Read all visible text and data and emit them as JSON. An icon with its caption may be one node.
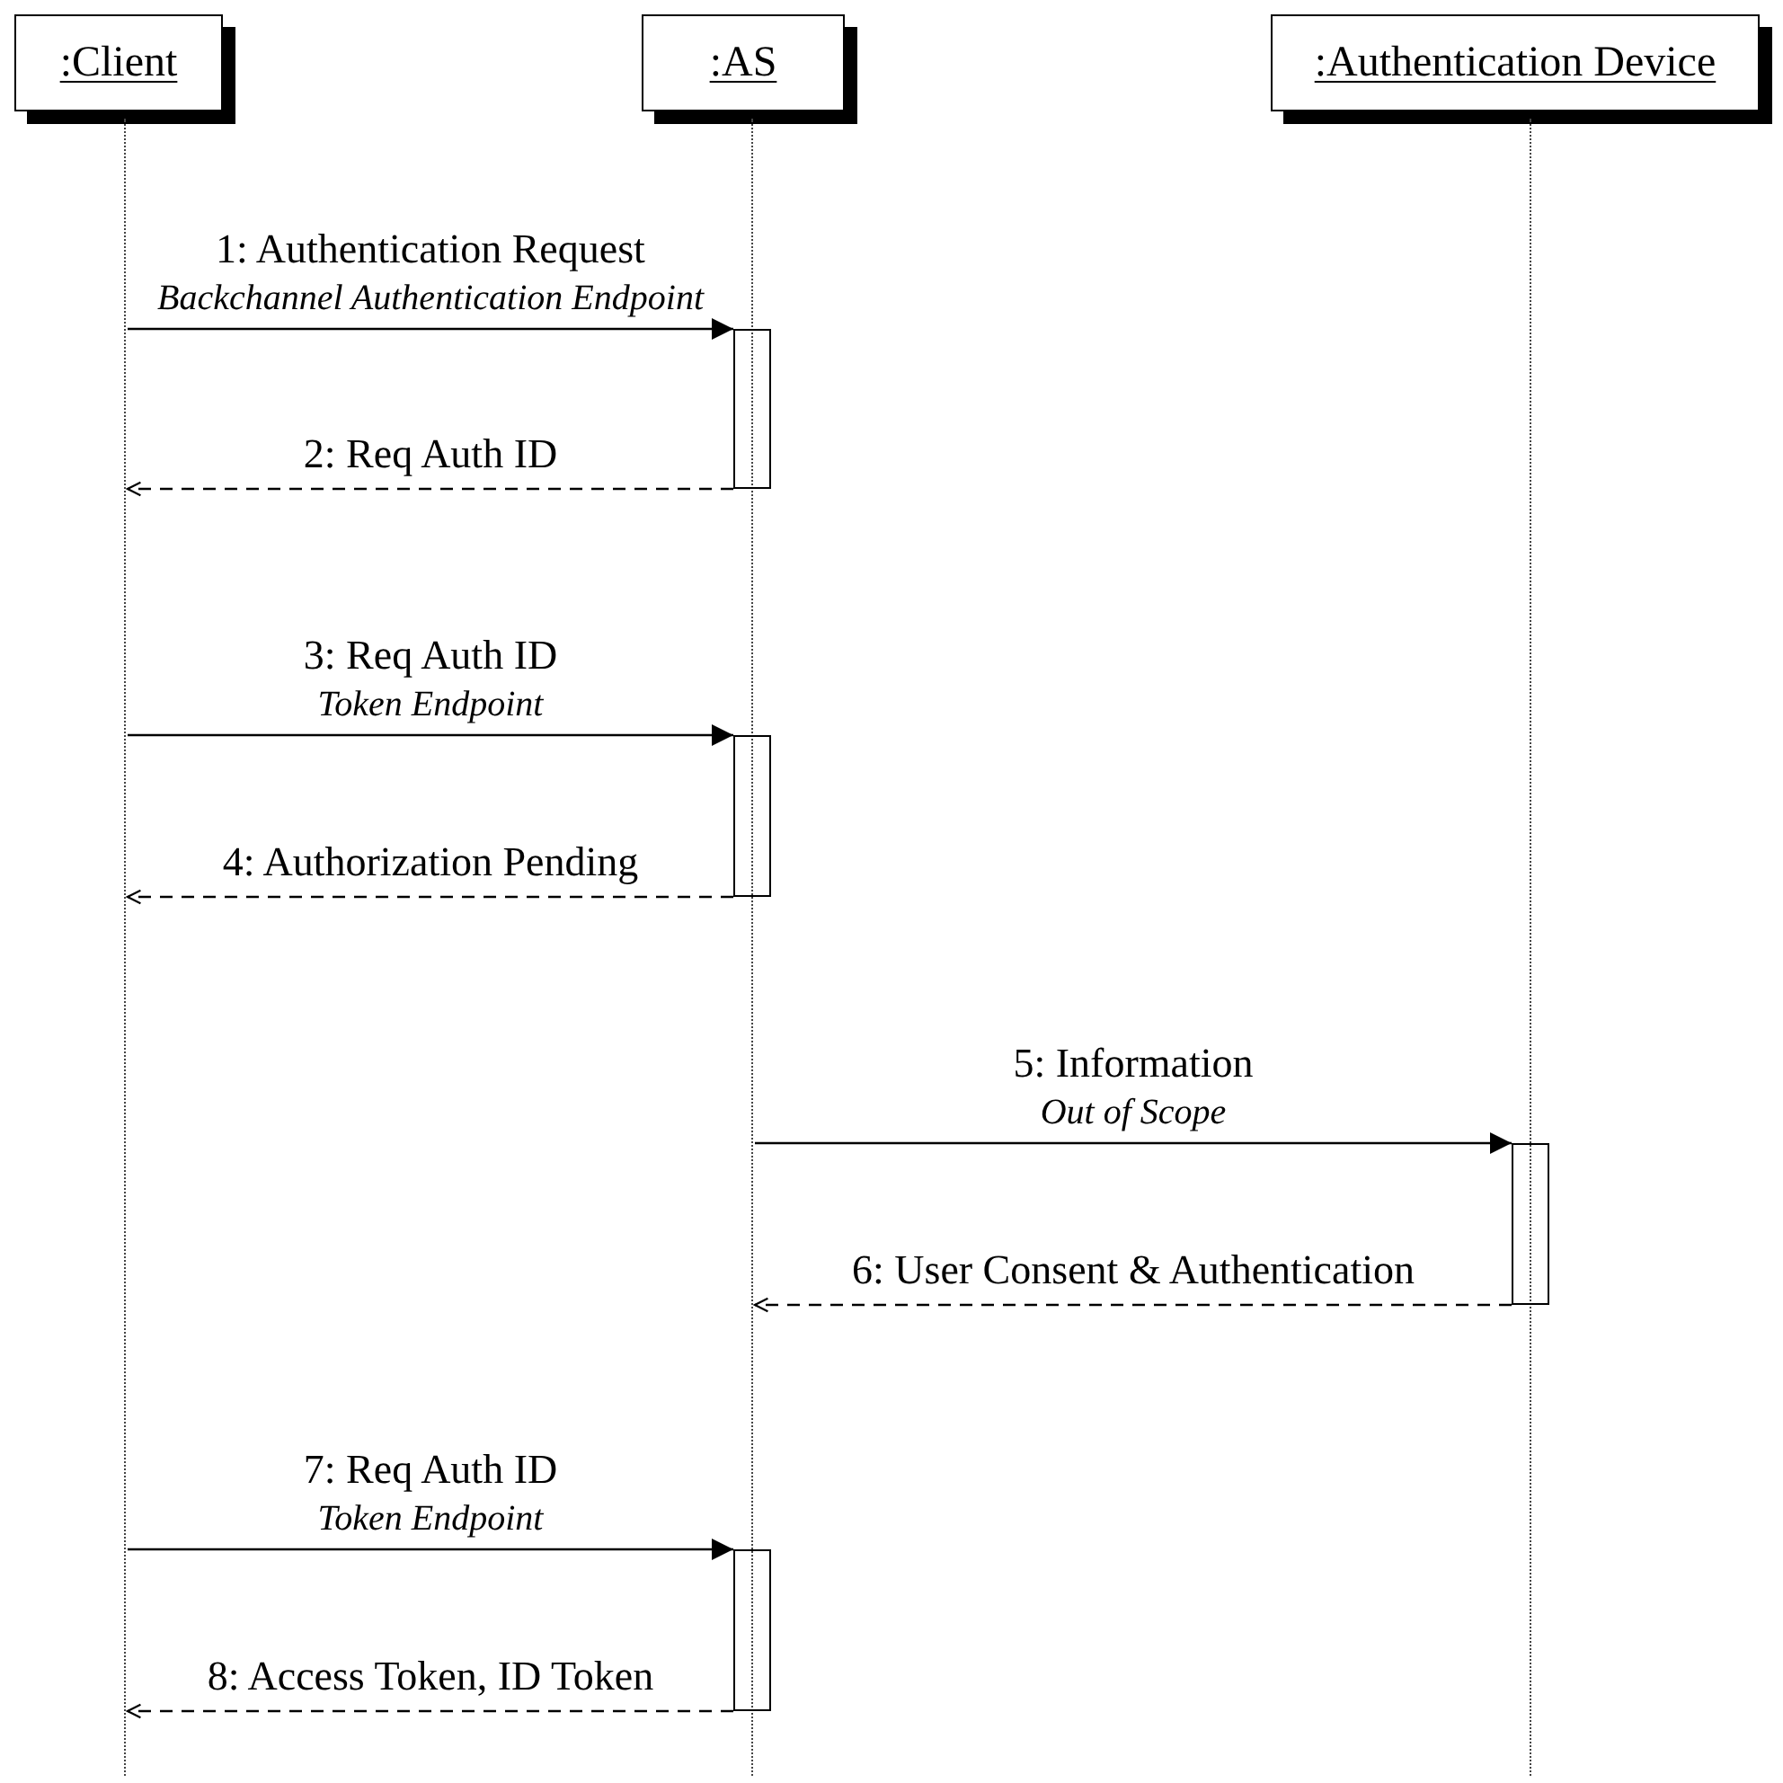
{
  "diagram": {
    "nodes": [
      {
        "text": [
          ":Client"
        ]
      },
      {
        "text": [
          ":AS"
        ]
      },
      {
        "text": [
          ":Authentication Device"
        ]
      },
      {
        "text": [],
        "shape": "line"
      },
      {
        "text": [],
        "shape": "line"
      },
      {
        "text": [],
        "shape": "line"
      },
      {
        "text": [],
        "shape": "bar"
      },
      {
        "text": [],
        "shape": "bar"
      },
      {
        "text": [],
        "shape": "bar"
      },
      {
        "text": [],
        "shape": "bar"
      }
    ],
    "edges": [
      {
        "from": 3,
        "to": 6,
        "arrow": "to",
        "label": "1: Authentication Request *Backchannel Authentication Endpoint*"
      },
      {
        "from": 6,
        "to": 3,
        "arrow": "to",
        "style": "dashed",
        "label": "2: Req Auth ID"
      },
      {
        "from": 3,
        "to": 7,
        "arrow": "to",
        "label": "3: Req Auth ID *Token Endpoint*"
      },
      {
        "from": 7,
        "to": 3,
        "arrow": "to",
        "style": "dashed",
        "label": "4: Authorization Pending"
      },
      {
        "from": 4,
        "to": 8,
        "arrow": "to",
        "label": "5: Information *Out of Scope*"
      },
      {
        "from": 8,
        "to": 4,
        "arrow": "to",
        "style": "dashed",
        "label": "6: User Consent & Authentication"
      },
      {
        "from": 3,
        "to": 9,
        "arrow": "to",
        "label": "7: Req Auth ID *Token Endpoint*"
      },
      {
        "from": 9,
        "to": 3,
        "arrow": "to",
        "style": "dashed",
        "label": "8: Access Token, ID Token"
      }
    ]
  }
}
